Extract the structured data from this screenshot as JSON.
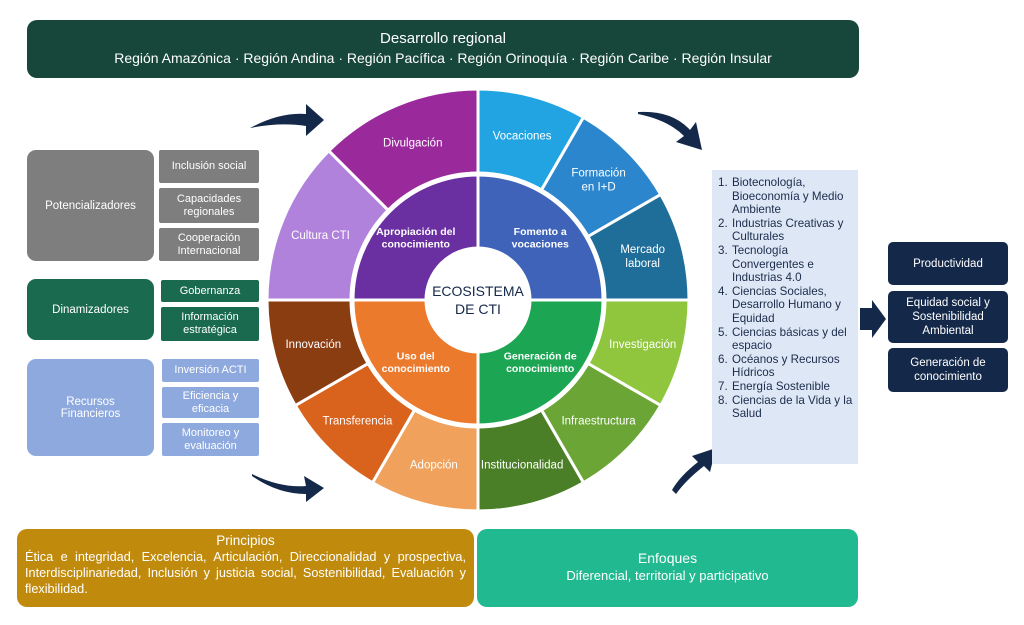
{
  "top_banner": {
    "title": "Desarrollo regional",
    "regions": "Región Amazónica · Región Andina · Región Pacífica · Región Orinoquía · Región Caribe · Región Insular"
  },
  "left": {
    "potencializadores": {
      "label": "Potencializadores",
      "items": [
        "Inclusión social",
        "Capacidades regionales",
        "Cooperación Internacional"
      ]
    },
    "dinamizadores": {
      "label": "Dinamizadores",
      "items": [
        "Gobernanza",
        "Información estratégica"
      ]
    },
    "recursos": {
      "label": "Recursos Financieros",
      "items": [
        "Inversión ACTI",
        "Eficiencia y eficacia",
        "Monitoreo y evaluación"
      ]
    }
  },
  "wheel": {
    "center": [
      "ECOSISTEMA",
      "DE CTI"
    ],
    "quadrants": [
      {
        "label": [
          "Apropiación del",
          "conocimiento"
        ],
        "color": "#6a2fa0",
        "outer": [
          {
            "label": [
              "Cultura CTI"
            ],
            "color": "#b082dc"
          },
          {
            "label": [
              "Divulgación"
            ],
            "color": "#9a2a9c"
          }
        ]
      },
      {
        "label": [
          "Fomento a",
          "vocaciones"
        ],
        "color": "#3f63b8",
        "outer": [
          {
            "label": [
              "Vocaciones"
            ],
            "color": "#22a4e2"
          },
          {
            "label": [
              "Formación",
              "en I+D"
            ],
            "color": "#2b86cd"
          },
          {
            "label": [
              "Mercado",
              "laboral"
            ],
            "color": "#1f6d99"
          }
        ]
      },
      {
        "label": [
          "Generación de",
          "conocimiento"
        ],
        "color": "#1ca653",
        "outer": [
          {
            "label": [
              "Investigación"
            ],
            "color": "#8fc63e"
          },
          {
            "label": [
              "Infraestructura"
            ],
            "color": "#6aa536"
          },
          {
            "label": [
              "Institucionalidad"
            ],
            "color": "#4b7f27"
          }
        ]
      },
      {
        "label": [
          "Uso del",
          "conocimiento"
        ],
        "color": "#ec7a2c",
        "outer": [
          {
            "label": [
              "Adopción"
            ],
            "color": "#f0a15c"
          },
          {
            "label": [
              "Transferencia"
            ],
            "color": "#d9621c"
          },
          {
            "label": [
              "Innovación"
            ],
            "color": "#8b3d12"
          }
        ]
      }
    ]
  },
  "focus_areas": [
    {
      "num": "1.",
      "text": "Biotecnología, Bioeconomía y Medio Ambiente"
    },
    {
      "num": "2.",
      "text": "Industrias Creativas y Culturales"
    },
    {
      "num": "3.",
      "text": "Tecnología Convergentes e Industrias 4.0"
    },
    {
      "num": "4.",
      "text": "Ciencias Sociales, Desarrollo Humano y Equidad"
    },
    {
      "num": "5.",
      "text": "Ciencias básicas y del espacio"
    },
    {
      "num": "6.",
      "text": "Océanos y Recursos Hídricos"
    },
    {
      "num": "7.",
      "text": "Energía Sostenible"
    },
    {
      "num": "8.",
      "text": "Ciencias de la Vida y la Salud"
    }
  ],
  "outcomes": [
    "Productividad",
    "Equidad social y Sostenibilidad Ambiental",
    "Generación de conocimiento"
  ],
  "principios": {
    "title": "Principios",
    "body": "Ética e integridad, Excelencia, Articulación, Direccionalidad y prospectiva, Interdisciplinariedad, Inclusión y justicia social, Sostenibilidad, Evaluación y flexibilidad."
  },
  "enfoques": {
    "title": "Enfoques",
    "body": "Diferencial, territorial y participativo"
  },
  "colors": {
    "banner": "#17473a",
    "grey": "#7e7e7e",
    "green": "#1a6a4f",
    "blue": "#8ea9de",
    "navy": "#14284a",
    "gold": "#c08b0c",
    "teal": "#21b990"
  }
}
